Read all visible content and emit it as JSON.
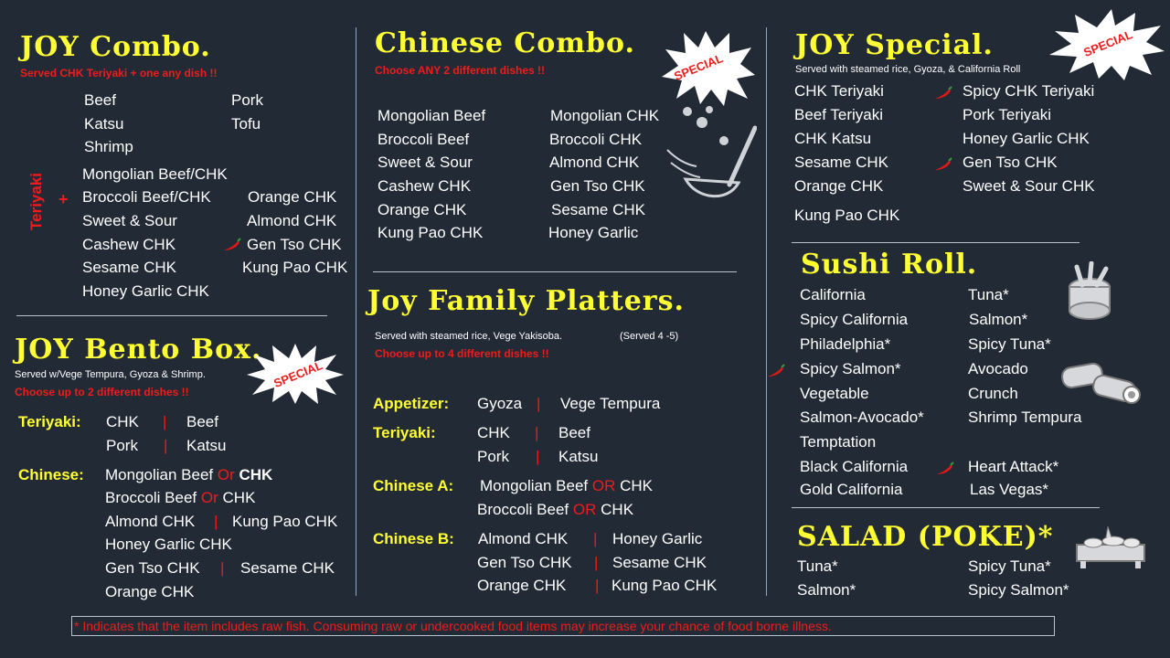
{
  "colors": {
    "background": "#222a35",
    "title": "#ffff33",
    "accent": "#ee1c1c",
    "text": "#ffffff"
  },
  "joy_combo": {
    "title": "JOY Combo.",
    "subtitle": "Served CHK Teriyaki + one any dish !!",
    "proteins": [
      "Beef",
      "Pork",
      "Katsu",
      "Tofu",
      "Shrimp"
    ],
    "side_label": "Teriyaki",
    "plus": "+",
    "dishes": [
      "Mongolian Beef/CHK",
      "Broccoli Beef/CHK",
      "Orange  CHK",
      "Sweet & Sour",
      "Almond CHK",
      "Cashew CHK",
      "Gen Tso CHK",
      "Sesame CHK",
      "Kung Pao CHK",
      "Honey Garlic CHK"
    ]
  },
  "bento": {
    "title": "JOY Bento Box.",
    "subtitle": "Served w/Vege Tempura, Gyoza & Shrimp.",
    "note": "Choose up to 2 different dishes !!",
    "badge": "SPECIAL",
    "teriyaki_label": "Teriyaki:",
    "teriyaki": [
      "CHK",
      "Beef",
      "Pork",
      "Katsu"
    ],
    "chinese_label": "Chinese:",
    "or": "Or",
    "c1a": "Mongolian Beef",
    "c1b": "CHK",
    "c2a": "Broccoli Beef",
    "c2b": "CHK",
    "c3a": "Almond CHK",
    "c3b": "Kung Pao CHK",
    "c4": "Honey Garlic  CHK",
    "c5a": "Gen Tso CHK",
    "c5b": "Sesame CHK",
    "c6": "Orange CHK"
  },
  "chinese_combo": {
    "title": "Chinese Combo.",
    "subtitle": "Choose ANY 2 different dishes !!",
    "badge": "SPECIAL",
    "left": [
      "Mongolian Beef",
      "Broccoli Beef",
      "Sweet & Sour",
      "Cashew CHK",
      "Orange  CHK",
      "Kung Pao CHK"
    ],
    "right": [
      "Mongolian CHK",
      "Broccoli CHK",
      "Almond CHK",
      "Gen Tso CHK",
      "Sesame CHK",
      "Honey Garlic"
    ]
  },
  "family": {
    "title": "Joy Family Platters.",
    "subtitle": "Served with steamed rice, Vege Yakisoba.",
    "served": "(Served 4 -5)",
    "note": "Choose up to 4 different dishes !!",
    "appetizer_label": "Appetizer:",
    "appetizer": [
      "Gyoza",
      "Vege Tempura"
    ],
    "teriyaki_label": "Teriyaki:",
    "teriyaki": [
      "CHK",
      "Beef",
      "Pork",
      "Katsu"
    ],
    "chinese_a_label": "Chinese A:",
    "or": "OR",
    "a1a": "Mongolian  Beef",
    "a1b": "CHK",
    "a2a": "Broccoli Beef",
    "a2b": "CHK",
    "chinese_b_label": "Chinese B:",
    "b": [
      "Almond CHK",
      "Honey Garlic",
      "Gen Tso CHK",
      "Sesame CHK",
      "Orange CHK",
      "Kung Pao CHK"
    ]
  },
  "joy_special": {
    "title": "JOY Special.",
    "subtitle": "Served with steamed rice, Gyoza, & California Roll",
    "badge": "SPECIAL",
    "left": [
      "CHK Teriyaki",
      "Beef Teriyaki",
      "CHK Katsu",
      "Sesame  CHK",
      "Orange  CHK",
      "Kung Pao CHK"
    ],
    "right": [
      "Spicy CHK Teriyaki",
      "Pork Teriyaki",
      "Honey Garlic CHK",
      "Gen Tso CHK",
      "Sweet & Sour CHK"
    ]
  },
  "sushi": {
    "title": "Sushi Roll.",
    "left": [
      "California",
      "Spicy California",
      "Philadelphia*",
      "Spicy Salmon*",
      "Vegetable",
      "Salmon-Avocado*",
      "Temptation",
      "Black California",
      "Gold California"
    ],
    "right": [
      "Tuna*",
      "Salmon*",
      "Spicy Tuna*",
      "Avocado",
      "Crunch",
      "Shrimp Tempura",
      "Heart Attack*",
      "Las Vegas*"
    ]
  },
  "salad": {
    "title": "SALAD (POKE)*",
    "items": [
      "Tuna*",
      "Spicy Tuna*",
      "Salmon*",
      "Spicy Salmon*"
    ]
  },
  "footer": "* Indicates that the item includes raw fish. Consuming raw or undercooked food items may increase your chance of food borne illness."
}
